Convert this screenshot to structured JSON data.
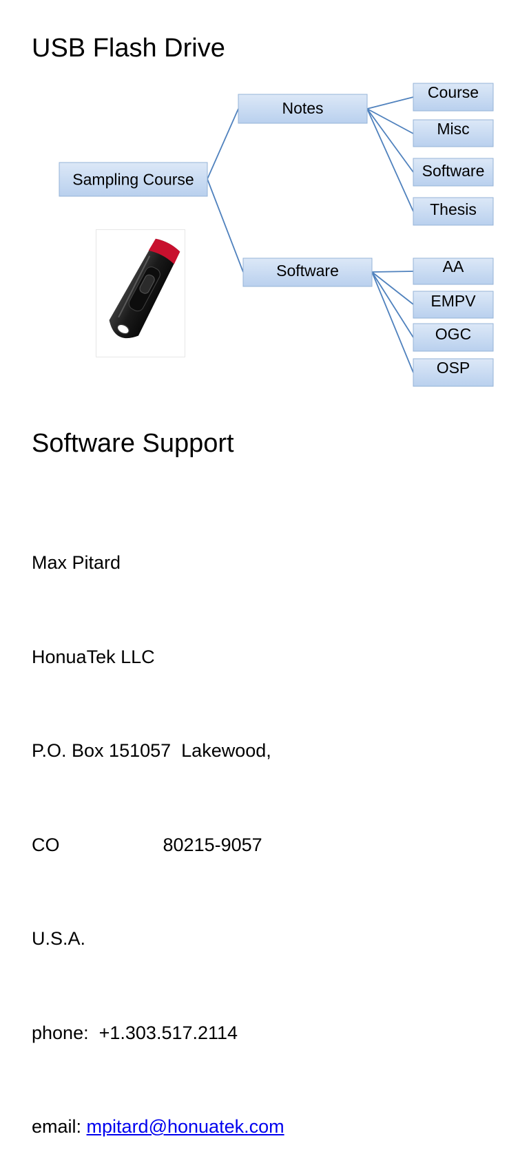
{
  "headings": {
    "usb": "USB Flash Drive",
    "support": "Software Support"
  },
  "tree": {
    "root": "Sampling Course",
    "branches": [
      {
        "label": "Notes",
        "children": [
          "Course",
          "Misc",
          "Software",
          "Thesis"
        ]
      },
      {
        "label": "Software",
        "children": [
          "AA",
          "EMPV",
          "OGC",
          "OSP"
        ]
      }
    ],
    "node_color": "#c6d9f1",
    "line_color": "#4f81bd"
  },
  "usb_image": {
    "icon": "usb-flash-drive-icon",
    "body_color": "#1a1a1a",
    "accent_color": "#c8102e"
  },
  "contact": {
    "name": "Max Pitard",
    "company": "HonuaTek LLC",
    "address": "P.O. Box 151057  Lakewood,",
    "state_zip": "CO                    80215-9057",
    "country": "U.S.A.",
    "phone_label": "phone:",
    "phone": "+1.303.517.2114",
    "email_label": "email:",
    "email": "mpitard@honuatek.com"
  }
}
